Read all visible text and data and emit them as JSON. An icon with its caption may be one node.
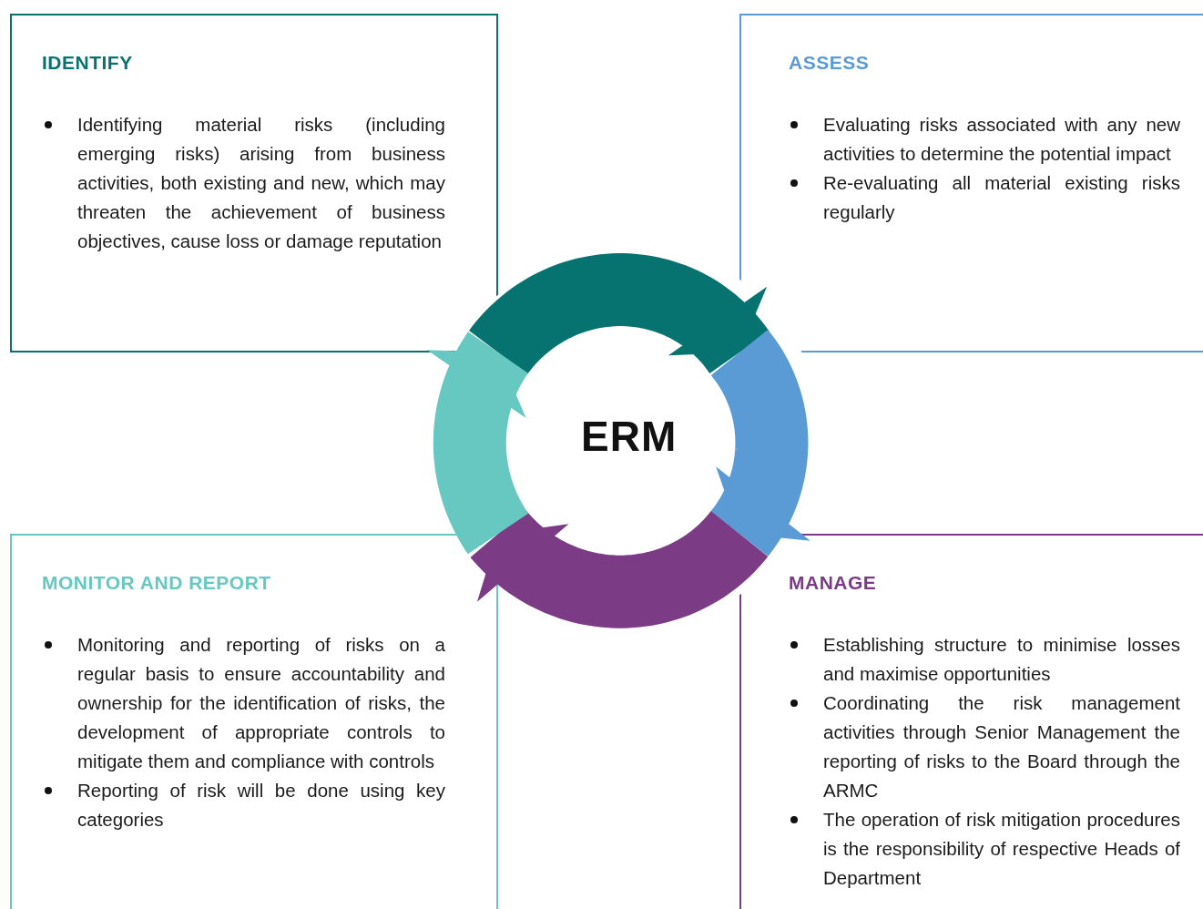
{
  "diagram": {
    "nodes": [
      {
        "text": [
          "IDENTIFY",
          "Identifying material risks (including emerging risks) arising from business activities, both existing and new, which may threaten the achievement of business objectives, cause loss or damage reputation"
        ]
      },
      {
        "text": [
          "ASSESS",
          "Evaluating risks associated with any new activities to determine the potential impact",
          "Re-evaluating all material existing risks regularly"
        ]
      },
      {
        "text": [
          "MONITOR AND REPORT",
          "Monitoring and reporting of risks on a regular basis to ensure accountability and ownership for the identification of risks, the development of appropriate controls to mitigate them and compliance with controls",
          "Reporting of risk will be done using key categories"
        ]
      },
      {
        "text": [
          "MANAGE",
          "Establishing structure to minimise losses and maximise opportunities",
          "Coordinating the risk management activities through Senior Management the reporting of risks to the Board through the ARMC",
          "The operation of risk mitigation procedures is the responsibility of respective Heads of Department"
        ]
      }
    ],
    "edges": [
      {
        "from": 0,
        "to": 1,
        "arrow": "to",
        "color": "#077370"
      },
      {
        "from": 1,
        "to": 3,
        "arrow": "to",
        "color": "#5b9bd5"
      },
      {
        "from": 3,
        "to": 2,
        "arrow": "to",
        "color": "#7b3b85"
      },
      {
        "from": 2,
        "to": 0,
        "arrow": "to",
        "color": "#67c8c1"
      }
    ],
    "labels": [
      "ERM"
    ]
  }
}
